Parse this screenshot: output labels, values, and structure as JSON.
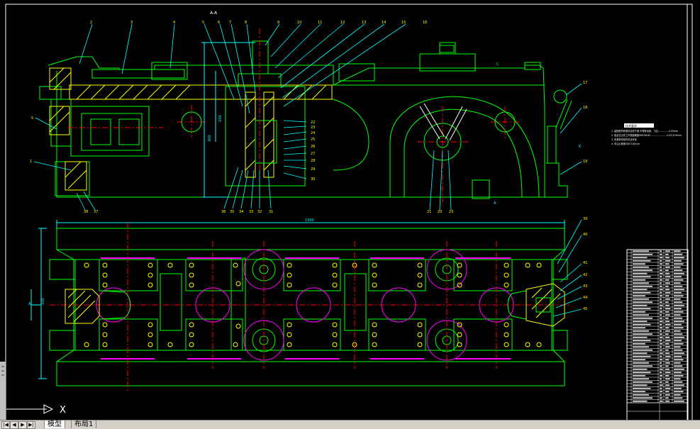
{
  "drawing": {
    "section_label": "A-A",
    "dimension_width": "1300",
    "dimension_height_left": "300",
    "dimension_small": "150",
    "dimension_plan_height": "330",
    "view_marker": "A",
    "view_marker_right": "K",
    "mark_c": "C",
    "top_callouts": [
      "2",
      "3",
      "4",
      "5",
      "6",
      "7",
      "8",
      "9",
      "10",
      "11",
      "12",
      "13",
      "14",
      "15",
      "16"
    ],
    "left_callouts": [
      "5",
      "1"
    ],
    "bottom_callouts": [
      "38",
      "37",
      "36",
      "35",
      "34",
      "33",
      "32",
      "31"
    ],
    "middle_callouts": [
      "22",
      "23",
      "24",
      "25",
      "26",
      "27",
      "28",
      "29",
      "30"
    ],
    "right_callouts": [
      "17",
      "18",
      "19"
    ],
    "arc_callouts": [
      "21",
      "20",
      "23"
    ],
    "plan_callouts": [
      "39",
      "40",
      "41",
      "42",
      "43",
      "44",
      "45"
    ]
  },
  "notes": {
    "title": "技术要求",
    "lines": [
      "1. 装配前所有零件清洗干净,不得有毛刺、飞边...............0.05mm",
      "2. 各定位元件工作表面硬度HRC58-62.......................0.02/100mm",
      "3. 夹紧机构动作灵活可靠",
      "4. 未注公差按GB/T1804-m"
    ]
  },
  "title_block": {
    "rows": 48
  },
  "ucs": {
    "x_label": "X"
  },
  "tabs": {
    "nav": [
      "|◀",
      "◀",
      "▶",
      "▶|"
    ],
    "model": "模型",
    "layout1": "布局1"
  },
  "colors": {
    "outline": "#00ff00",
    "dim": "#00ffff",
    "center": "#ff0000",
    "hole": "#ffff00",
    "hatch": "#ffff00",
    "arc": "#ff00ff",
    "frame": "#ffffff"
  }
}
